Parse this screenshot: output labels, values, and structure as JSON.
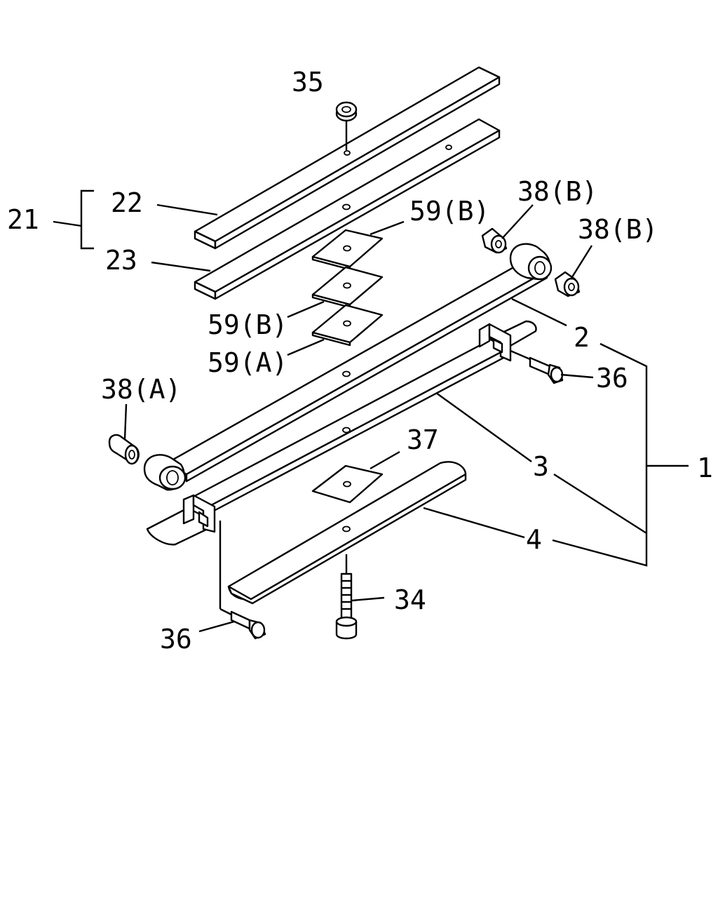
{
  "labels": {
    "l35": "35",
    "l21": "21",
    "l22": "22",
    "l23": "23",
    "l59b_top": "59(B)",
    "l59b_mid": "59(B)",
    "l59a": "59(A)",
    "l38b_left": "38(B)",
    "l38b_right": "38(B)",
    "l38a": "38(A)",
    "l2": "2",
    "l36_right": "36",
    "l36_left": "36",
    "l3": "3",
    "l37": "37",
    "l1": "1",
    "l4": "4",
    "l34": "34"
  },
  "colors": {
    "stroke": "#000000",
    "fill": "#ffffff"
  }
}
